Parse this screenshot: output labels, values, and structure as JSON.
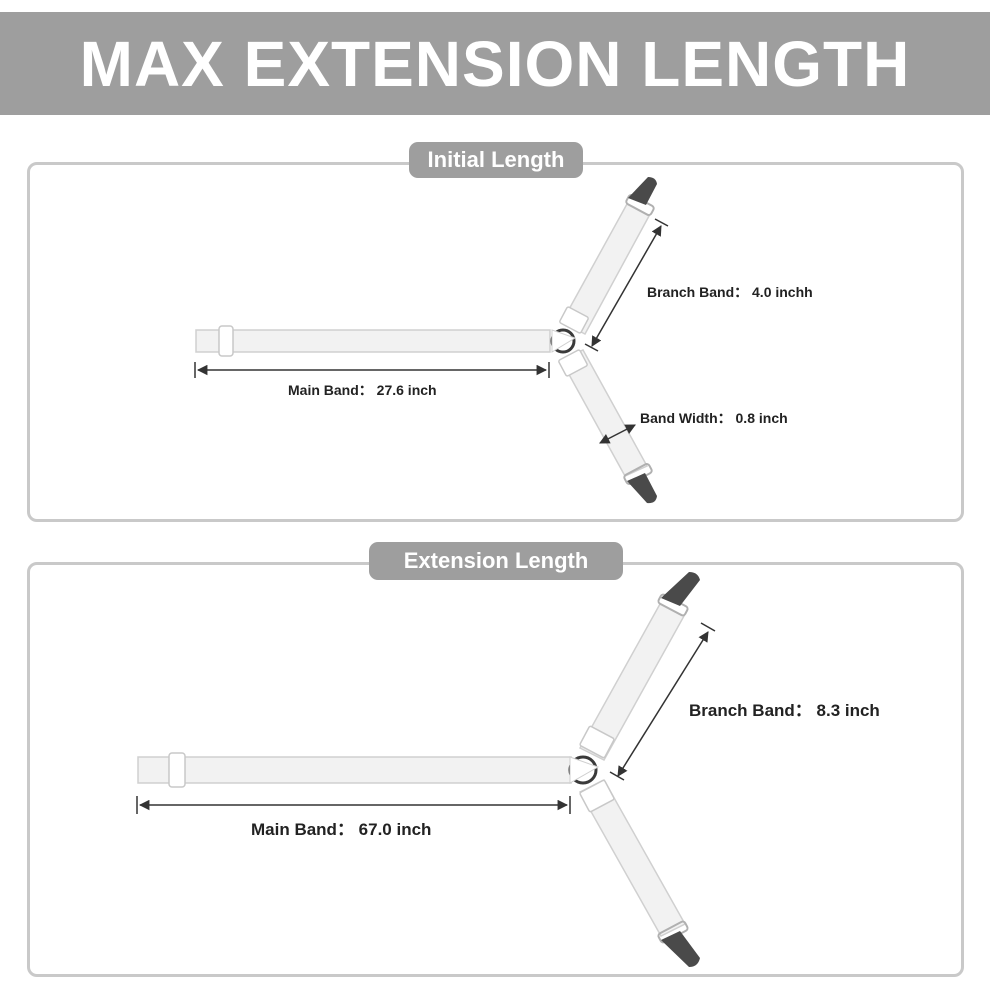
{
  "banner": {
    "title": "MAX EXTENSION LENGTH"
  },
  "initial": {
    "heading": "Initial Length",
    "main_band": "Main Band： 27.6 inch",
    "branch_band": "Branch Band： 4.0 inchh",
    "band_width": "Band Width： 0.8 inch"
  },
  "extension": {
    "heading": "Extension Length",
    "main_band": "Main Band： 67.0 inch",
    "branch_band": "Branch Band： 8.3 inch"
  },
  "colors": {
    "banner_bg": "#9e9e9e",
    "band_fill": "#f2f2f2",
    "band_stroke": "#d0d0d0",
    "clip": "#4a4a4a",
    "arrow": "#333333"
  }
}
